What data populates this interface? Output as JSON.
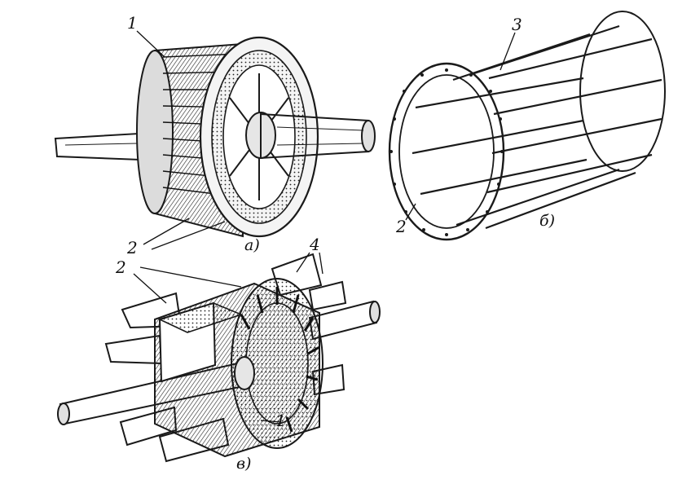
{
  "figure": {
    "panels": [
      {
        "id": "a",
        "caption": "a)"
      },
      {
        "id": "b",
        "caption": "б)"
      },
      {
        "id": "v",
        "caption": "в)"
      }
    ],
    "labels": {
      "a_one": "1",
      "a_two": "2",
      "b_three": "3",
      "b_two": "2",
      "v_two": "2",
      "v_four": "4",
      "v_one": "1"
    }
  }
}
